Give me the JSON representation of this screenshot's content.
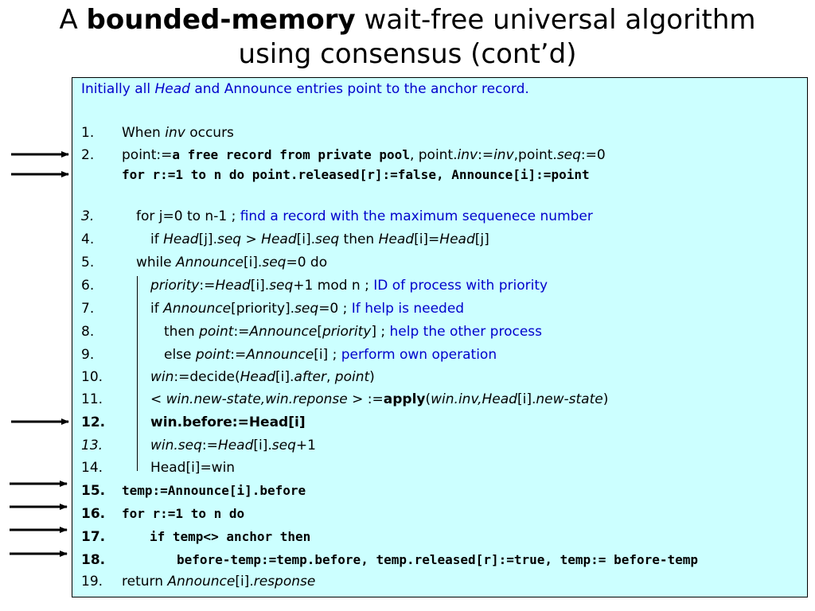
{
  "title": {
    "prefix": "A",
    "emphasis": "bounded-memory",
    "line1_rest": "wait-free universal algorithm",
    "line2": "using consensus (cont’d)"
  },
  "intro": {
    "t1": "Initially all ",
    "t2": "Head",
    "t3": " and Announce entries point to the anchor record."
  },
  "lines": {
    "n1": "1.",
    "n2": "2.",
    "n3": "3.",
    "n4": "4.",
    "n5": "5.",
    "n6": "6.",
    "n7": "7.",
    "n8": "8.",
    "n9": "9.",
    "n10": "10.",
    "n11": "11.",
    "n12": "12.",
    "n13": "13.",
    "n14": "14.",
    "n15": "15.",
    "n16": "16.",
    "n17": "17.",
    "n18": "18.",
    "n19": "19.",
    "l1a": "When ",
    "l1b": "inv",
    "l1c": " occurs",
    "l2a": "point:=",
    "l2b": "a free record from private pool",
    "l2c": ", point.",
    "l2d": "inv",
    "l2e": ":=",
    "l2f": "inv",
    "l2g": ",point.",
    "l2h": "seq",
    "l2i": ":=0",
    "l2x": "for r:=1 to n do point.released[r]:=false, Announce[i]:=point",
    "l3a": "for j=0 to n-1 ; ",
    "l3b": "find a record with the maximum sequenece number",
    "l4a": "if ",
    "l4b": "Head",
    "l4c": "[j].",
    "l4d": "seq",
    "l4e": " > ",
    "l4f": "Head",
    "l4g": "[i].",
    "l4h": "seq",
    "l4i": " then ",
    "l4j": "Head",
    "l4k": "[i]=",
    "l4l": "Head",
    "l4m": "[j]",
    "l5a": "while ",
    "l5b": "Announce",
    "l5c": "[i].",
    "l5d": "seq",
    "l5e": "=0 do",
    "l6a": "priority",
    "l6b": ":=",
    "l6c": "Head",
    "l6d": "[i].",
    "l6e": "seq",
    "l6f": "+1 mod n ; ",
    "l6g": "ID of process with priority",
    "l7a": "if ",
    "l7b": "Announce",
    "l7c": "[priority].",
    "l7d": "seq",
    "l7e": "=0 ; ",
    "l7f": "If help is needed",
    "l8a": "then ",
    "l8b": "point",
    "l8c": ":=",
    "l8d": "Announce",
    "l8e": "[",
    "l8f": "priority",
    "l8g": "] ; ",
    "l8h": "help the other process",
    "l9a": "else ",
    "l9b": "point",
    "l9c": ":=",
    "l9d": "Announce",
    "l9e": "[i] ; ",
    "l9f": "perform own operation",
    "l10a": "win",
    "l10b": ":=decide(",
    "l10c": "Head",
    "l10d": "[i].",
    "l10e": "after",
    "l10f": ", ",
    "l10g": "point",
    "l10h": ")",
    "l11a": "< ",
    "l11b": "win.new-state,win.reponse",
    "l11c": " > :=",
    "l11d": "apply",
    "l11e": "(",
    "l11f": "win.inv,Head",
    "l11g": "[i].",
    "l11h": "new-state",
    "l11i": ")",
    "l12": "win.before:=Head[i]",
    "l13a": "win.seq",
    "l13b": ":=",
    "l13c": "Head",
    "l13d": "[i].",
    "l13e": "seq",
    "l13f": "+1",
    "l14": "Head[i]=win",
    "l15": "temp:=Announce[i].before",
    "l16": "for r:=1 to n do",
    "l17": "if temp<> anchor then",
    "l18": "before-temp:=temp.before, temp.released[r]:=true, temp:= before-temp",
    "l19a": "return ",
    "l19b": "Announce",
    "l19c": "[i].",
    "l19d": "response"
  }
}
